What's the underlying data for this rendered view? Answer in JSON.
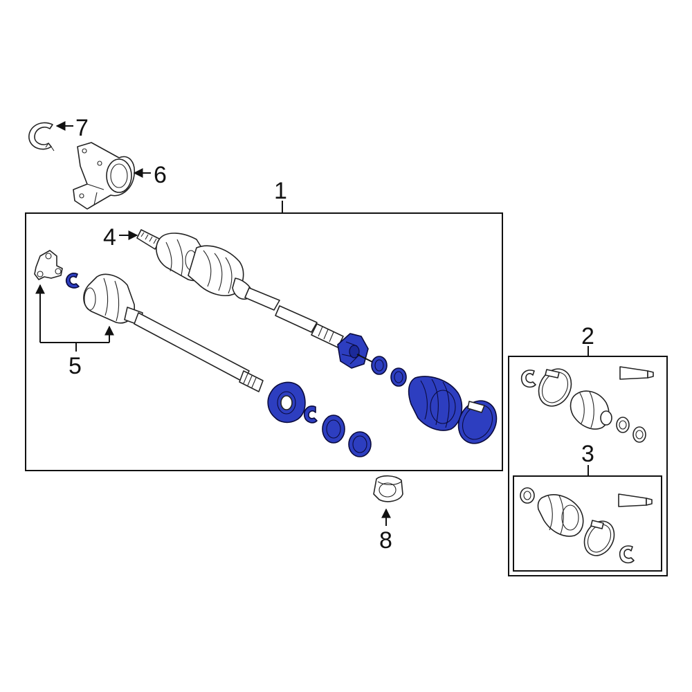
{
  "callouts": {
    "c1": "1",
    "c2": "2",
    "c3": "3",
    "c4": "4",
    "c5": "5",
    "c6": "6",
    "c7": "7",
    "c8": "8"
  },
  "colors": {
    "highlight": "#2d3ec0",
    "outline": "#222222",
    "background": "#ffffff"
  }
}
